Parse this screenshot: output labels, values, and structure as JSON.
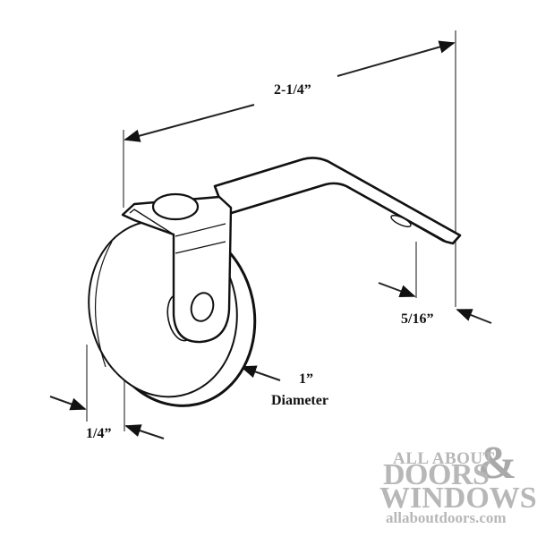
{
  "diagram": {
    "subject": "roller-wheel-with-bent-bracket",
    "line_color": "#111111",
    "extension_line_color": "#555555",
    "dimensions": {
      "overall_length": "2-1/4”",
      "bracket_tab_width": "5/16”",
      "wheel_diameter_value": "1”",
      "wheel_diameter_label": "Diameter",
      "wheel_thickness": "1/4”"
    }
  },
  "watermark": {
    "line1": "ALL ABOUT",
    "line2": "DOORS",
    "ampersand": "&",
    "line3": "WINDOWS",
    "line4": "allaboutdoors.com",
    "color": "#b7b7b7"
  }
}
